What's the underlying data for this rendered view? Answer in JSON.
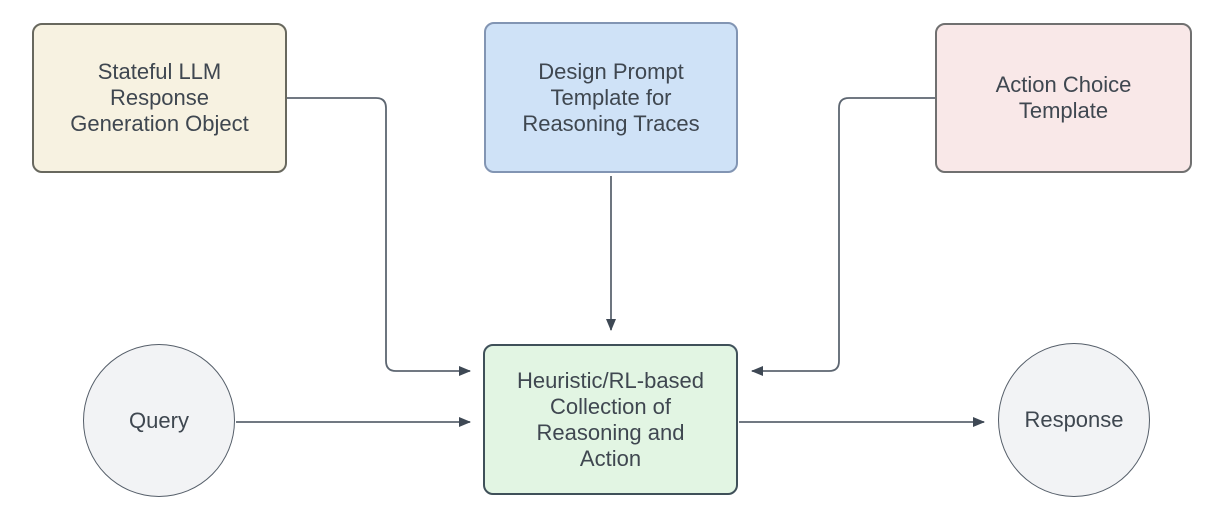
{
  "diagram": {
    "title": "LLM reasoning-and-action pipeline flowchart",
    "nodes": {
      "stateful": {
        "label": "Stateful LLM\nResponse\nGeneration Object",
        "shape": "rounded-rectangle"
      },
      "design": {
        "label": "Design Prompt\nTemplate for\nReasoning Traces",
        "shape": "rounded-rectangle"
      },
      "action": {
        "label": "Action Choice\nTemplate",
        "shape": "rounded-rectangle"
      },
      "heuristic": {
        "label": "Heuristic/RL-based\nCollection of\nReasoning and\nAction",
        "shape": "rounded-rectangle"
      },
      "query": {
        "label": "Query",
        "shape": "circle"
      },
      "response": {
        "label": "Response",
        "shape": "circle"
      }
    },
    "edges": [
      {
        "from": "stateful",
        "to": "heuristic",
        "type": "elbow-arrow"
      },
      {
        "from": "design",
        "to": "heuristic",
        "type": "straight-arrow"
      },
      {
        "from": "action",
        "to": "heuristic",
        "type": "elbow-arrow"
      },
      {
        "from": "query",
        "to": "heuristic",
        "type": "straight-arrow"
      },
      {
        "from": "heuristic",
        "to": "response",
        "type": "straight-arrow"
      }
    ]
  },
  "colors": {
    "background": "#ffffff",
    "text": "#3f4750",
    "line": "#5d6671",
    "arrowhead": "#3e4854",
    "stateful_fill": "#f7f2e1",
    "stateful_stroke": "#68685e",
    "design_fill": "#cfe2f7",
    "design_stroke": "#8295b3",
    "action_fill": "#f9e8e8",
    "action_stroke": "#707070",
    "heuristic_fill": "#e2f5e3",
    "heuristic_stroke": "#3f5059",
    "circle_fill": "#f2f3f5",
    "circle_stroke": "#555e69"
  }
}
